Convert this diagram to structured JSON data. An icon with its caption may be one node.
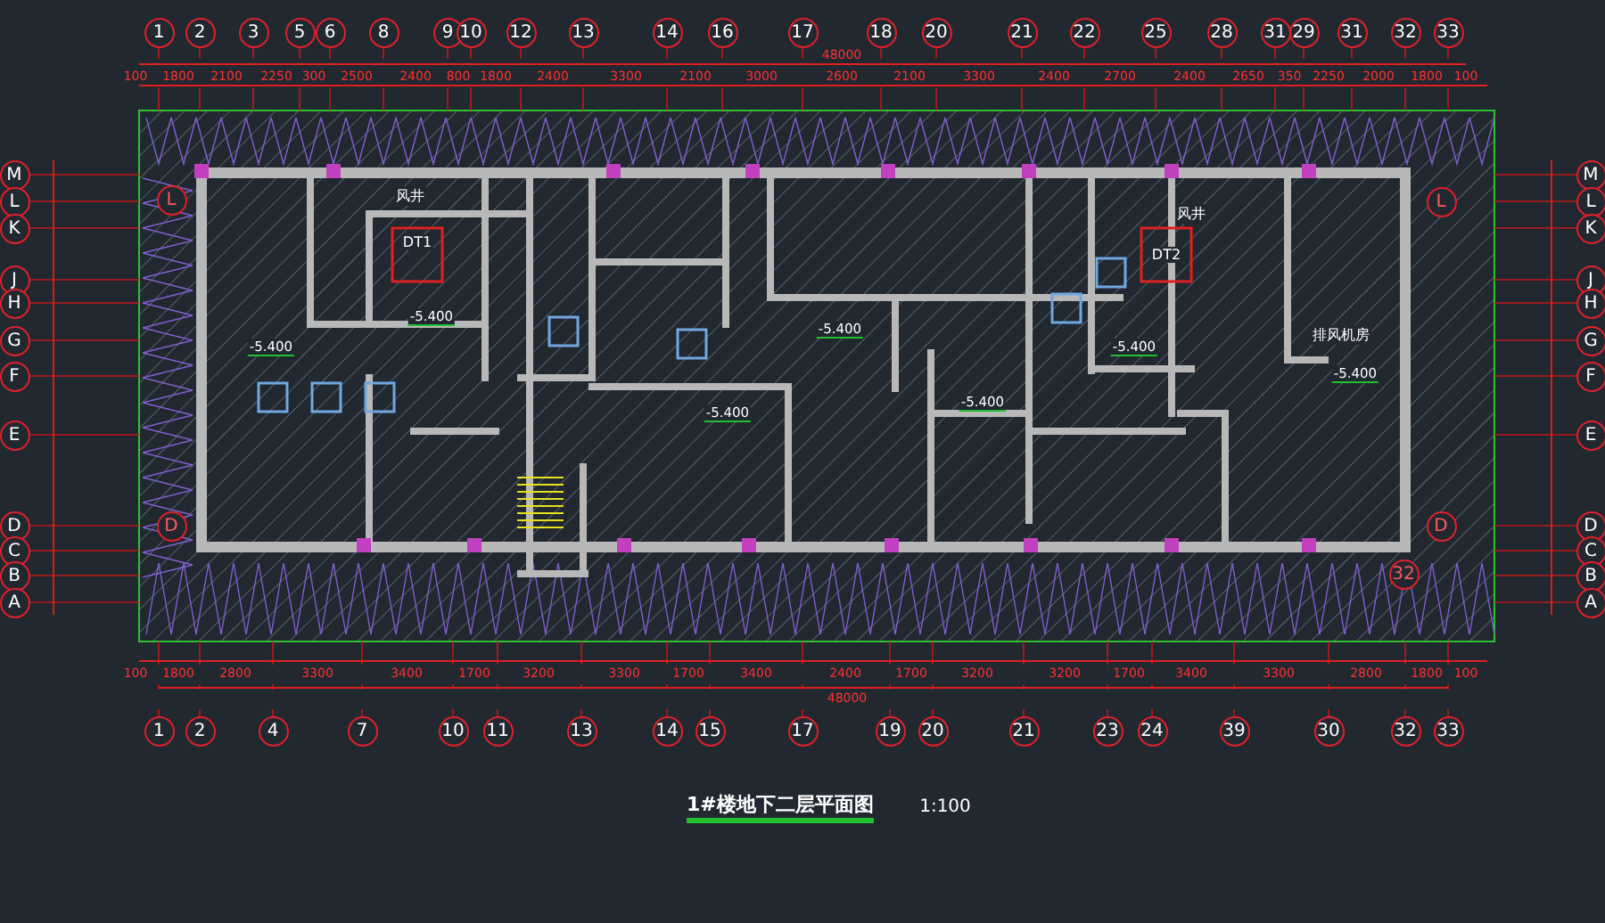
{
  "diagram": {
    "title": "1#楼地下二层平面图",
    "nodes": [
      {
        "text": [
          "1"
        ]
      },
      {
        "text": [
          "2"
        ]
      },
      {
        "text": [
          "3"
        ]
      },
      {
        "text": [
          "5"
        ]
      },
      {
        "text": [
          "6"
        ]
      },
      {
        "text": [
          "8"
        ]
      },
      {
        "text": [
          "9"
        ]
      },
      {
        "text": [
          "10"
        ]
      },
      {
        "text": [
          "12"
        ]
      },
      {
        "text": [
          "13"
        ]
      },
      {
        "text": [
          "14"
        ]
      },
      {
        "text": [
          "16"
        ]
      },
      {
        "text": [
          "17"
        ]
      },
      {
        "text": [
          "18"
        ]
      },
      {
        "text": [
          "20"
        ]
      },
      {
        "text": [
          "21"
        ]
      },
      {
        "text": [
          "22"
        ]
      },
      {
        "text": [
          "25"
        ]
      },
      {
        "text": [
          "28"
        ]
      },
      {
        "text": [
          "31"
        ]
      },
      {
        "text": [
          "29"
        ]
      },
      {
        "text": [
          "31"
        ]
      },
      {
        "text": [
          "32"
        ]
      },
      {
        "text": [
          "33"
        ]
      },
      {
        "text": [
          "M"
        ]
      },
      {
        "text": [
          "L"
        ]
      },
      {
        "text": [
          "K"
        ]
      },
      {
        "text": [
          "J"
        ]
      },
      {
        "text": [
          "H"
        ]
      },
      {
        "text": [
          "G"
        ]
      },
      {
        "text": [
          "F"
        ]
      },
      {
        "text": [
          "E"
        ]
      },
      {
        "text": [
          "D"
        ]
      },
      {
        "text": [
          "C"
        ]
      },
      {
        "text": [
          "B"
        ]
      },
      {
        "text": [
          "A"
        ]
      },
      {
        "text": [
          "L"
        ]
      },
      {
        "text": [
          "D"
        ]
      },
      {
        "text": [
          "L"
        ]
      },
      {
        "text": [
          "D"
        ]
      },
      {
        "text": [
          "32"
        ]
      },
      {
        "text": [
          "M"
        ]
      },
      {
        "text": [
          "L"
        ]
      },
      {
        "text": [
          "K"
        ]
      },
      {
        "text": [
          "J"
        ]
      },
      {
        "text": [
          "H"
        ]
      },
      {
        "text": [
          "G"
        ]
      },
      {
        "text": [
          "F"
        ]
      },
      {
        "text": [
          "E"
        ]
      },
      {
        "text": [
          "D"
        ]
      },
      {
        "text": [
          "C"
        ]
      },
      {
        "text": [
          "B"
        ]
      },
      {
        "text": [
          "A"
        ]
      },
      {
        "text": [
          "1"
        ]
      },
      {
        "text": [
          "2"
        ]
      },
      {
        "text": [
          "4"
        ]
      },
      {
        "text": [
          "7"
        ]
      },
      {
        "text": [
          "10"
        ]
      },
      {
        "text": [
          "11"
        ]
      },
      {
        "text": [
          "13"
        ]
      },
      {
        "text": [
          "14"
        ]
      },
      {
        "text": [
          "15"
        ]
      },
      {
        "text": [
          "17"
        ]
      },
      {
        "text": [
          "19"
        ]
      },
      {
        "text": [
          "20"
        ]
      },
      {
        "text": [
          "21"
        ]
      },
      {
        "text": [
          "23"
        ]
      },
      {
        "text": [
          "24"
        ]
      },
      {
        "text": [
          "39"
        ]
      },
      {
        "text": [
          "30"
        ]
      },
      {
        "text": [
          "32"
        ]
      },
      {
        "text": [
          "33"
        ]
      }
    ],
    "labels": [
      "48000",
      "100",
      "1800",
      "2100",
      "2250",
      "300",
      "2500",
      "2400",
      "800",
      "1800",
      "2400",
      "3300",
      "2100",
      "3000",
      "2600",
      "2100",
      "3300",
      "2400",
      "2700",
      "2400",
      "2650",
      "350",
      "2250",
      "2000",
      "1800",
      "100",
      "风井",
      "DT1",
      "-5.400",
      "-5.400",
      "-5.400",
      "-5.400",
      "-5.400",
      "风井",
      "DT2",
      "-5.400",
      "排风机房",
      "-5.400",
      "100",
      "1800",
      "2800",
      "3300",
      "3400",
      "1700",
      "3200",
      "3300",
      "1700",
      "3400",
      "2400",
      "1700",
      "3200",
      "3200",
      "1700",
      "3400",
      "3300",
      "2800",
      "1800",
      "100",
      "48000",
      "1:100"
    ]
  }
}
